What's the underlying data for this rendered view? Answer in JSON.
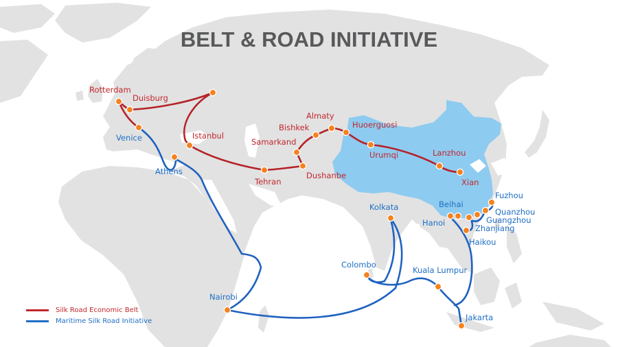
{
  "title": "BELT & ROAD INITIATIVE",
  "colors": {
    "land": "#e2e2e2",
    "china": "#8ecbf0",
    "ocean": "#ffffff",
    "silk_road": "#b5222a",
    "maritime": "#1f62c0",
    "node": "#f5821f",
    "title": "#58595b"
  },
  "legend": {
    "items": [
      {
        "label": "Silk Road Economic Belt",
        "color": "#c1272d"
      },
      {
        "label": "Maritime Silk Road Initiative",
        "color": "#1f6ec4"
      }
    ]
  },
  "silk_road_labels": {
    "rotterdam": "Rotterdam",
    "duisburg": "Duisburg",
    "istanbul": "Istanbul",
    "tehran": "Tehran",
    "samarkand": "Samarkand",
    "bishkek": "Bishkek",
    "almaty": "Almaty",
    "dushanbe": "Dushanbe",
    "huoerguosi": "Huoerguosi",
    "urumqi": "Urumqi",
    "lanzhou": "Lanzhou",
    "xian": "Xian"
  },
  "maritime_labels": {
    "venice": "Venice",
    "athens": "Athens",
    "nairobi": "Nairobi",
    "kolkata": "Kolkata",
    "colombo": "Colombo",
    "kuala_lumpur": "Kuala Lumpur",
    "jakarta": "Jakarta",
    "hanoi": "Hanoi",
    "beihai": "Beihai",
    "haikou": "Haikou",
    "zhanjiang": "Zhanjiang",
    "guangzhou": "Guangzhou",
    "quanzhou": "Quanzhou",
    "fuzhou": "Fuzhou"
  }
}
